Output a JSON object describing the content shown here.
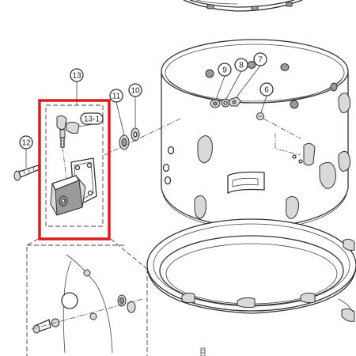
{
  "callouts": {
    "c13": "13",
    "c13_1": "13-1",
    "c12": "12",
    "c11": "11",
    "c10": "10",
    "c9": "9",
    "c8": "8",
    "c7": "7",
    "c6": "6"
  },
  "colors": {
    "highlight_frame": "#e01b1b",
    "line": "#333333",
    "shade": "#d9d9d9"
  }
}
